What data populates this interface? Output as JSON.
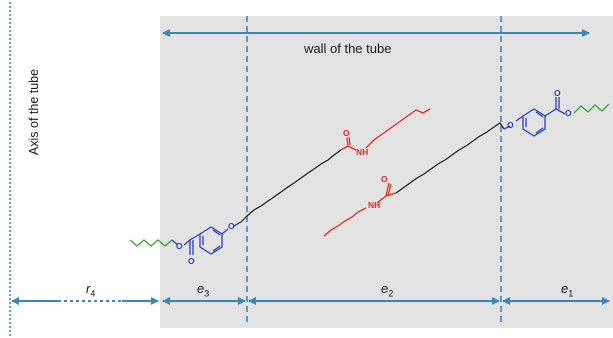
{
  "axis_label": "Axis of the tube",
  "wall_label": "wall of the tube",
  "segments": [
    {
      "sym": "r",
      "sub": "4"
    },
    {
      "sym": "e",
      "sub": "3"
    },
    {
      "sym": "e",
      "sub": "2"
    },
    {
      "sym": "e",
      "sub": "1"
    }
  ],
  "atoms": {
    "oxygen": "O",
    "amide": "NH"
  },
  "colors": {
    "arrow": "#3b86b8",
    "wall_fill": "#e3e3e3",
    "ester_group": "#2a3fc0",
    "alkyl_tail": "#3aa335",
    "amide_chain": "#e5281d",
    "backbone": "#1a1a1a"
  }
}
